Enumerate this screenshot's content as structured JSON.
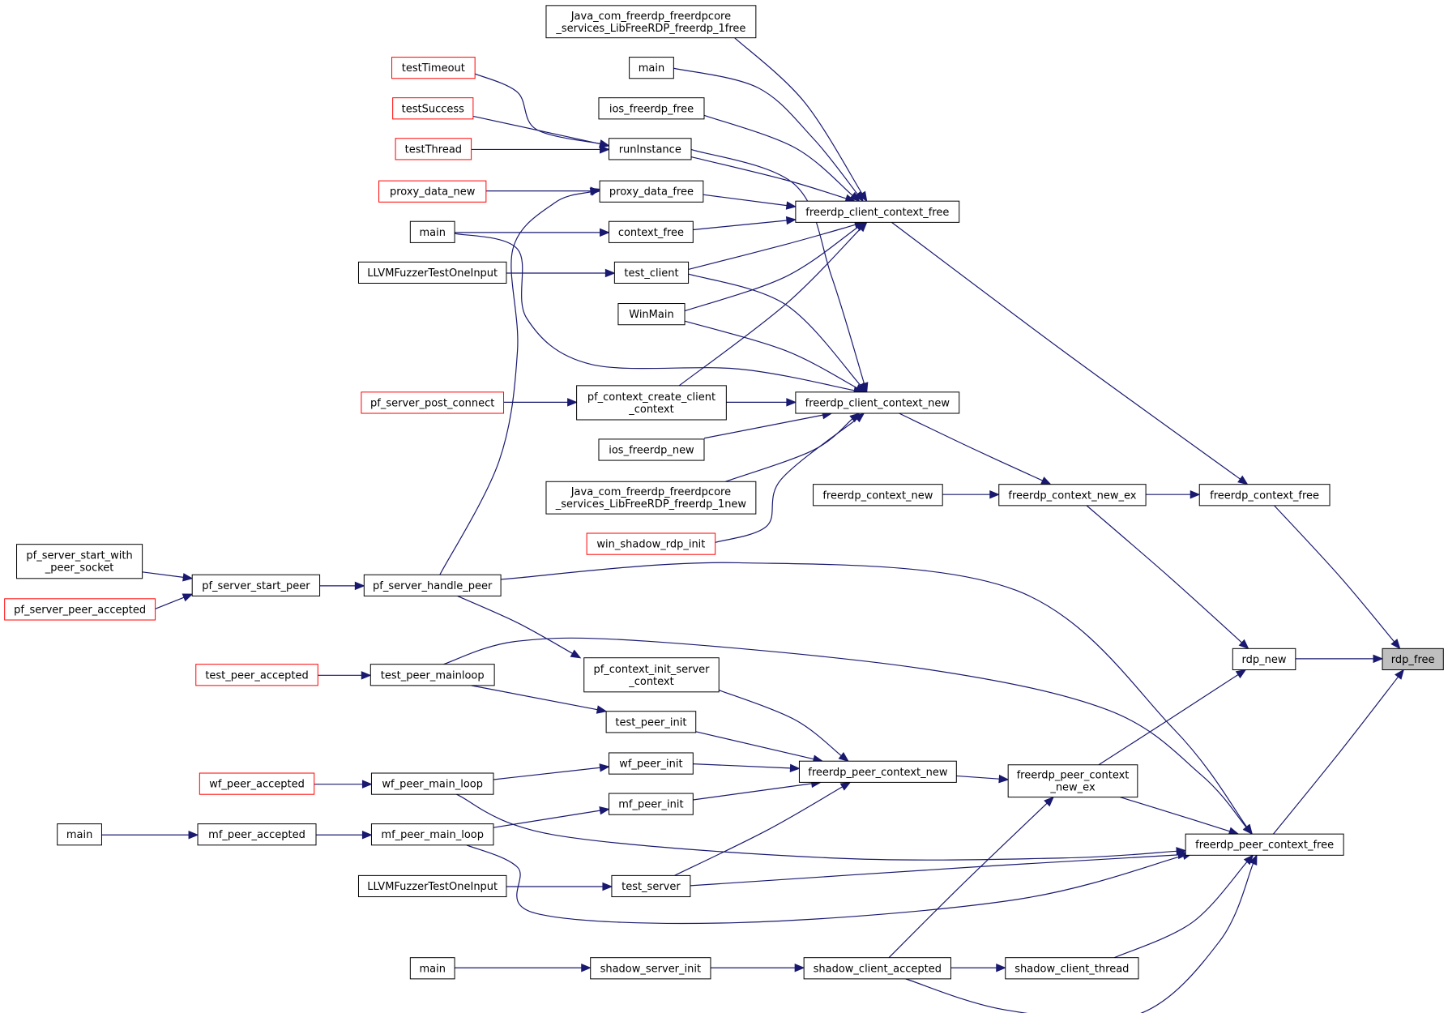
{
  "colors": {
    "edge": "#191970",
    "link_border": "#000000",
    "external_border": "#ff0000",
    "root_fill": "#bfbfbf"
  },
  "nodes": [
    {
      "id": "rdp_free",
      "lines": [
        "rdp_free"
      ],
      "style": "root"
    },
    {
      "id": "rdp_new",
      "lines": [
        "rdp_new"
      ],
      "style": "normal"
    },
    {
      "id": "freerdp_context_free",
      "lines": [
        "freerdp_context_free"
      ],
      "style": "normal"
    },
    {
      "id": "freerdp_peer_context_free",
      "lines": [
        "freerdp_peer_context_free"
      ],
      "style": "normal"
    },
    {
      "id": "freerdp_context_new_ex",
      "lines": [
        "freerdp_context_new_ex"
      ],
      "style": "normal"
    },
    {
      "id": "freerdp_context_new",
      "lines": [
        "freerdp_context_new"
      ],
      "style": "normal"
    },
    {
      "id": "freerdp_peer_context_new_ex",
      "lines": [
        "freerdp_peer_context",
        "_new_ex"
      ],
      "style": "normal"
    },
    {
      "id": "freerdp_client_context_free",
      "lines": [
        "freerdp_client_context_free"
      ],
      "style": "normal"
    },
    {
      "id": "freerdp_client_context_new",
      "lines": [
        "freerdp_client_context_new"
      ],
      "style": "normal"
    },
    {
      "id": "freerdp_peer_context_new",
      "lines": [
        "freerdp_peer_context_new"
      ],
      "style": "normal"
    },
    {
      "id": "shadow_client_thread",
      "lines": [
        "shadow_client_thread"
      ],
      "style": "normal"
    },
    {
      "id": "shadow_client_accepted",
      "lines": [
        "shadow_client_accepted"
      ],
      "style": "normal"
    },
    {
      "id": "shadow_server_init",
      "lines": [
        "shadow_server_init"
      ],
      "style": "normal"
    },
    {
      "id": "main_shadow",
      "lines": [
        "main"
      ],
      "style": "normal"
    },
    {
      "id": "java_free",
      "lines": [
        "Java_com_freerdp_freerdpcore",
        "_services_LibFreeRDP_freerdp_1free"
      ],
      "style": "normal"
    },
    {
      "id": "main_top",
      "lines": [
        "main"
      ],
      "style": "normal"
    },
    {
      "id": "ios_freerdp_free",
      "lines": [
        "ios_freerdp_free"
      ],
      "style": "normal"
    },
    {
      "id": "runInstance",
      "lines": [
        "runInstance"
      ],
      "style": "normal"
    },
    {
      "id": "proxy_data_free",
      "lines": [
        "proxy_data_free"
      ],
      "style": "normal"
    },
    {
      "id": "context_free",
      "lines": [
        "context_free"
      ],
      "style": "normal"
    },
    {
      "id": "test_client",
      "lines": [
        "test_client"
      ],
      "style": "normal"
    },
    {
      "id": "WinMain",
      "lines": [
        "WinMain"
      ],
      "style": "normal"
    },
    {
      "id": "pf_context_create_client_context",
      "lines": [
        "pf_context_create_client",
        "_context"
      ],
      "style": "normal"
    },
    {
      "id": "ios_freerdp_new",
      "lines": [
        "ios_freerdp_new"
      ],
      "style": "normal"
    },
    {
      "id": "java_new",
      "lines": [
        "Java_com_freerdp_freerdpcore",
        "_services_LibFreeRDP_freerdp_1new"
      ],
      "style": "normal"
    },
    {
      "id": "win_shadow_rdp_init",
      "lines": [
        "win_shadow_rdp_init"
      ],
      "style": "external"
    },
    {
      "id": "testTimeout",
      "lines": [
        "testTimeout"
      ],
      "style": "external"
    },
    {
      "id": "testSuccess",
      "lines": [
        "testSuccess"
      ],
      "style": "external"
    },
    {
      "id": "testThread",
      "lines": [
        "testThread"
      ],
      "style": "external"
    },
    {
      "id": "proxy_data_new",
      "lines": [
        "proxy_data_new"
      ],
      "style": "external"
    },
    {
      "id": "main_mid",
      "lines": [
        "main"
      ],
      "style": "normal"
    },
    {
      "id": "LLVMFuzzer_client",
      "lines": [
        "LLVMFuzzerTestOneInput"
      ],
      "style": "normal"
    },
    {
      "id": "pf_server_post_connect",
      "lines": [
        "pf_server_post_connect"
      ],
      "style": "external"
    },
    {
      "id": "pf_server_handle_peer",
      "lines": [
        "pf_server_handle_peer"
      ],
      "style": "normal"
    },
    {
      "id": "pf_server_start_peer",
      "lines": [
        "pf_server_start_peer"
      ],
      "style": "normal"
    },
    {
      "id": "pf_server_start_with_peer_socket",
      "lines": [
        "pf_server_start_with",
        "_peer_socket"
      ],
      "style": "normal"
    },
    {
      "id": "pf_server_peer_accepted",
      "lines": [
        "pf_server_peer_accepted"
      ],
      "style": "external"
    },
    {
      "id": "pf_context_init_server_context",
      "lines": [
        "pf_context_init_server",
        "_context"
      ],
      "style": "normal"
    },
    {
      "id": "test_peer_init",
      "lines": [
        "test_peer_init"
      ],
      "style": "normal"
    },
    {
      "id": "wf_peer_init",
      "lines": [
        "wf_peer_init"
      ],
      "style": "normal"
    },
    {
      "id": "mf_peer_init",
      "lines": [
        "mf_peer_init"
      ],
      "style": "normal"
    },
    {
      "id": "test_server",
      "lines": [
        "test_server"
      ],
      "style": "normal"
    },
    {
      "id": "test_peer_mainloop",
      "lines": [
        "test_peer_mainloop"
      ],
      "style": "normal"
    },
    {
      "id": "test_peer_accepted",
      "lines": [
        "test_peer_accepted"
      ],
      "style": "external"
    },
    {
      "id": "wf_peer_main_loop",
      "lines": [
        "wf_peer_main_loop"
      ],
      "style": "normal"
    },
    {
      "id": "wf_peer_accepted",
      "lines": [
        "wf_peer_accepted"
      ],
      "style": "external"
    },
    {
      "id": "mf_peer_main_loop",
      "lines": [
        "mf_peer_main_loop"
      ],
      "style": "normal"
    },
    {
      "id": "mf_peer_accepted",
      "lines": [
        "mf_peer_accepted"
      ],
      "style": "normal"
    },
    {
      "id": "main_mf",
      "lines": [
        "main"
      ],
      "style": "normal"
    },
    {
      "id": "LLVMFuzzer_server",
      "lines": [
        "LLVMFuzzerTestOneInput"
      ],
      "style": "normal"
    }
  ],
  "edges": [
    [
      "rdp_new",
      "rdp_free"
    ],
    [
      "freerdp_context_free",
      "rdp_free"
    ],
    [
      "freerdp_peer_context_free",
      "rdp_free"
    ],
    [
      "freerdp_context_new_ex",
      "rdp_new"
    ],
    [
      "freerdp_peer_context_new_ex",
      "rdp_new"
    ],
    [
      "freerdp_context_new_ex",
      "freerdp_context_free"
    ],
    [
      "freerdp_client_context_free",
      "freerdp_context_free"
    ],
    [
      "freerdp_context_new",
      "freerdp_context_new_ex"
    ],
    [
      "freerdp_client_context_new",
      "freerdp_context_new_ex"
    ],
    [
      "freerdp_peer_context_new_ex",
      "freerdp_peer_context_free"
    ],
    [
      "freerdp_peer_context_new",
      "freerdp_peer_context_new_ex"
    ],
    [
      "shadow_client_accepted",
      "freerdp_peer_context_new_ex"
    ],
    [
      "shadow_client_thread",
      "freerdp_peer_context_free"
    ],
    [
      "shadow_client_accepted",
      "freerdp_peer_context_free"
    ],
    [
      "shadow_client_accepted",
      "shadow_client_thread"
    ],
    [
      "shadow_server_init",
      "shadow_client_accepted"
    ],
    [
      "main_shadow",
      "shadow_server_init"
    ],
    [
      "pf_server_handle_peer",
      "freerdp_peer_context_free"
    ],
    [
      "test_peer_mainloop",
      "freerdp_peer_context_free"
    ],
    [
      "wf_peer_main_loop",
      "freerdp_peer_context_free"
    ],
    [
      "mf_peer_main_loop",
      "freerdp_peer_context_free"
    ],
    [
      "test_server",
      "freerdp_peer_context_free"
    ],
    [
      "java_free",
      "freerdp_client_context_free"
    ],
    [
      "main_top",
      "freerdp_client_context_free"
    ],
    [
      "ios_freerdp_free",
      "freerdp_client_context_free"
    ],
    [
      "runInstance",
      "freerdp_client_context_free"
    ],
    [
      "proxy_data_free",
      "freerdp_client_context_free"
    ],
    [
      "context_free",
      "freerdp_client_context_free"
    ],
    [
      "test_client",
      "freerdp_client_context_free"
    ],
    [
      "WinMain",
      "freerdp_client_context_free"
    ],
    [
      "pf_context_create_client_context",
      "freerdp_client_context_free"
    ],
    [
      "runInstance",
      "freerdp_client_context_new"
    ],
    [
      "test_client",
      "freerdp_client_context_new"
    ],
    [
      "WinMain",
      "freerdp_client_context_new"
    ],
    [
      "main_mid",
      "freerdp_client_context_new"
    ],
    [
      "pf_context_create_client_context",
      "freerdp_client_context_new"
    ],
    [
      "ios_freerdp_new",
      "freerdp_client_context_new"
    ],
    [
      "java_new",
      "freerdp_client_context_new"
    ],
    [
      "win_shadow_rdp_init",
      "freerdp_client_context_new"
    ],
    [
      "testTimeout",
      "runInstance"
    ],
    [
      "testSuccess",
      "runInstance"
    ],
    [
      "testThread",
      "runInstance"
    ],
    [
      "proxy_data_new",
      "proxy_data_free"
    ],
    [
      "pf_server_handle_peer",
      "proxy_data_free"
    ],
    [
      "main_mid",
      "context_free"
    ],
    [
      "LLVMFuzzer_client",
      "test_client"
    ],
    [
      "pf_server_post_connect",
      "pf_context_create_client_context"
    ],
    [
      "pf_server_start_peer",
      "pf_server_handle_peer"
    ],
    [
      "pf_server_start_with_peer_socket",
      "pf_server_start_peer"
    ],
    [
      "pf_server_peer_accepted",
      "pf_server_start_peer"
    ],
    [
      "pf_server_handle_peer",
      "pf_context_init_server_context"
    ],
    [
      "pf_context_init_server_context",
      "freerdp_peer_context_new"
    ],
    [
      "test_peer_init",
      "freerdp_peer_context_new"
    ],
    [
      "wf_peer_init",
      "freerdp_peer_context_new"
    ],
    [
      "mf_peer_init",
      "freerdp_peer_context_new"
    ],
    [
      "test_server",
      "freerdp_peer_context_new"
    ],
    [
      "test_peer_mainloop",
      "test_peer_init"
    ],
    [
      "test_peer_accepted",
      "test_peer_mainloop"
    ],
    [
      "wf_peer_main_loop",
      "wf_peer_init"
    ],
    [
      "wf_peer_accepted",
      "wf_peer_main_loop"
    ],
    [
      "mf_peer_main_loop",
      "mf_peer_init"
    ],
    [
      "mf_peer_accepted",
      "mf_peer_main_loop"
    ],
    [
      "main_mf",
      "mf_peer_accepted"
    ],
    [
      "LLVMFuzzer_server",
      "test_server"
    ]
  ]
}
